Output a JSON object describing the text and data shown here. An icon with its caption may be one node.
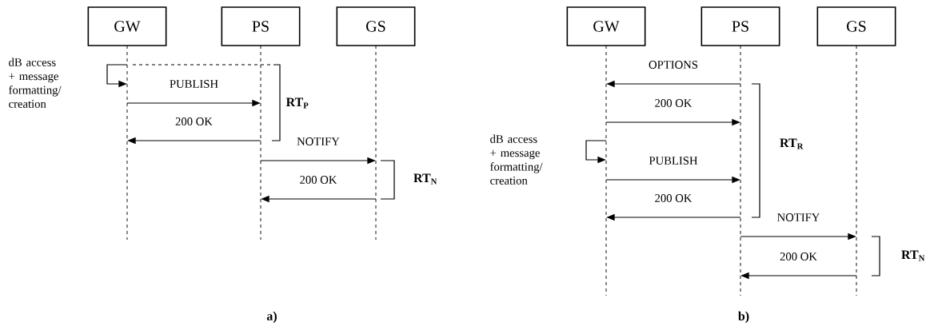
{
  "diagram": {
    "nodes": [
      {
        "text": [
          "GW"
        ]
      },
      {
        "text": [
          "PS"
        ]
      },
      {
        "text": [
          "GS"
        ]
      },
      {
        "text": [
          "GW"
        ]
      },
      {
        "text": [
          "PS"
        ]
      },
      {
        "text": [
          "GS"
        ]
      }
    ],
    "edges": [
      {
        "from": 0,
        "to": 0,
        "arrow": "to"
      },
      {
        "from": 0,
        "to": 1,
        "arrow": "to",
        "label": "PUBLISH"
      },
      {
        "from": 1,
        "to": 0,
        "arrow": "to",
        "label": "200 OK"
      },
      {
        "from": 1,
        "to": 2,
        "arrow": "to",
        "label": "NOTIFY"
      },
      {
        "from": 2,
        "to": 1,
        "arrow": "to",
        "label": "200 OK"
      },
      {
        "from": 4,
        "to": 3,
        "arrow": "to",
        "label": "OPTIONS"
      },
      {
        "from": 3,
        "to": 4,
        "arrow": "to",
        "label": "200 OK"
      },
      {
        "from": 3,
        "to": 3,
        "arrow": "to"
      },
      {
        "from": 3,
        "to": 4,
        "arrow": "to",
        "label": "PUBLISH"
      },
      {
        "from": 4,
        "to": 3,
        "arrow": "to",
        "label": "200 OK"
      },
      {
        "from": 4,
        "to": 5,
        "arrow": "to",
        "label": "NOTIFY"
      },
      {
        "from": 5,
        "to": 4,
        "arrow": "to",
        "label": "200 OK"
      }
    ],
    "labels": [
      "dB access + message formatting/ creation",
      "RT$_{P}$",
      "RT$_{N}$",
      "a)",
      "dB access + message formatting/ creation",
      "RT$_{R}$",
      "RT$_{N}$",
      "b)"
    ]
  }
}
